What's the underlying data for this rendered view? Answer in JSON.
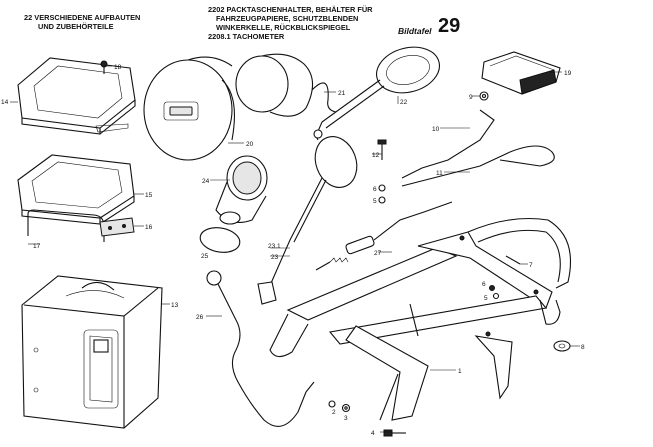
{
  "header": {
    "left_lines": [
      "22 VERSCHIEDENE AUFBAUTEN",
      "UND ZUBEHÖRTEILE"
    ],
    "mid_lines": [
      "2202 PACKTASCHENHALTER, BEHÄLTER FÜR",
      "FAHRZEUGPAPIERE, SCHUTZBLENDEN",
      "WINKERKELLE, RÜCKBLICKSPIEGEL",
      "2208.1 TACHOMETER"
    ],
    "plate_label": "Bildtafel",
    "plate_number": "29"
  },
  "callouts": [
    "18",
    "14",
    "20",
    "21",
    "22",
    "9",
    "19",
    "10",
    "12",
    "24",
    "11",
    "15",
    "6",
    "5",
    "16",
    "17",
    "23.1",
    "23",
    "27",
    "7",
    "25",
    "6",
    "5",
    "13",
    "26",
    "8",
    "1",
    "2",
    "3",
    "4"
  ]
}
